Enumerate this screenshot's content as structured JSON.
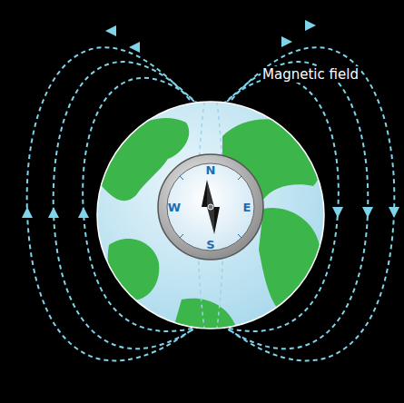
{
  "diagram": {
    "labels": [
      "Magnetic field",
      "N",
      "E",
      "S",
      "W"
    ]
  }
}
